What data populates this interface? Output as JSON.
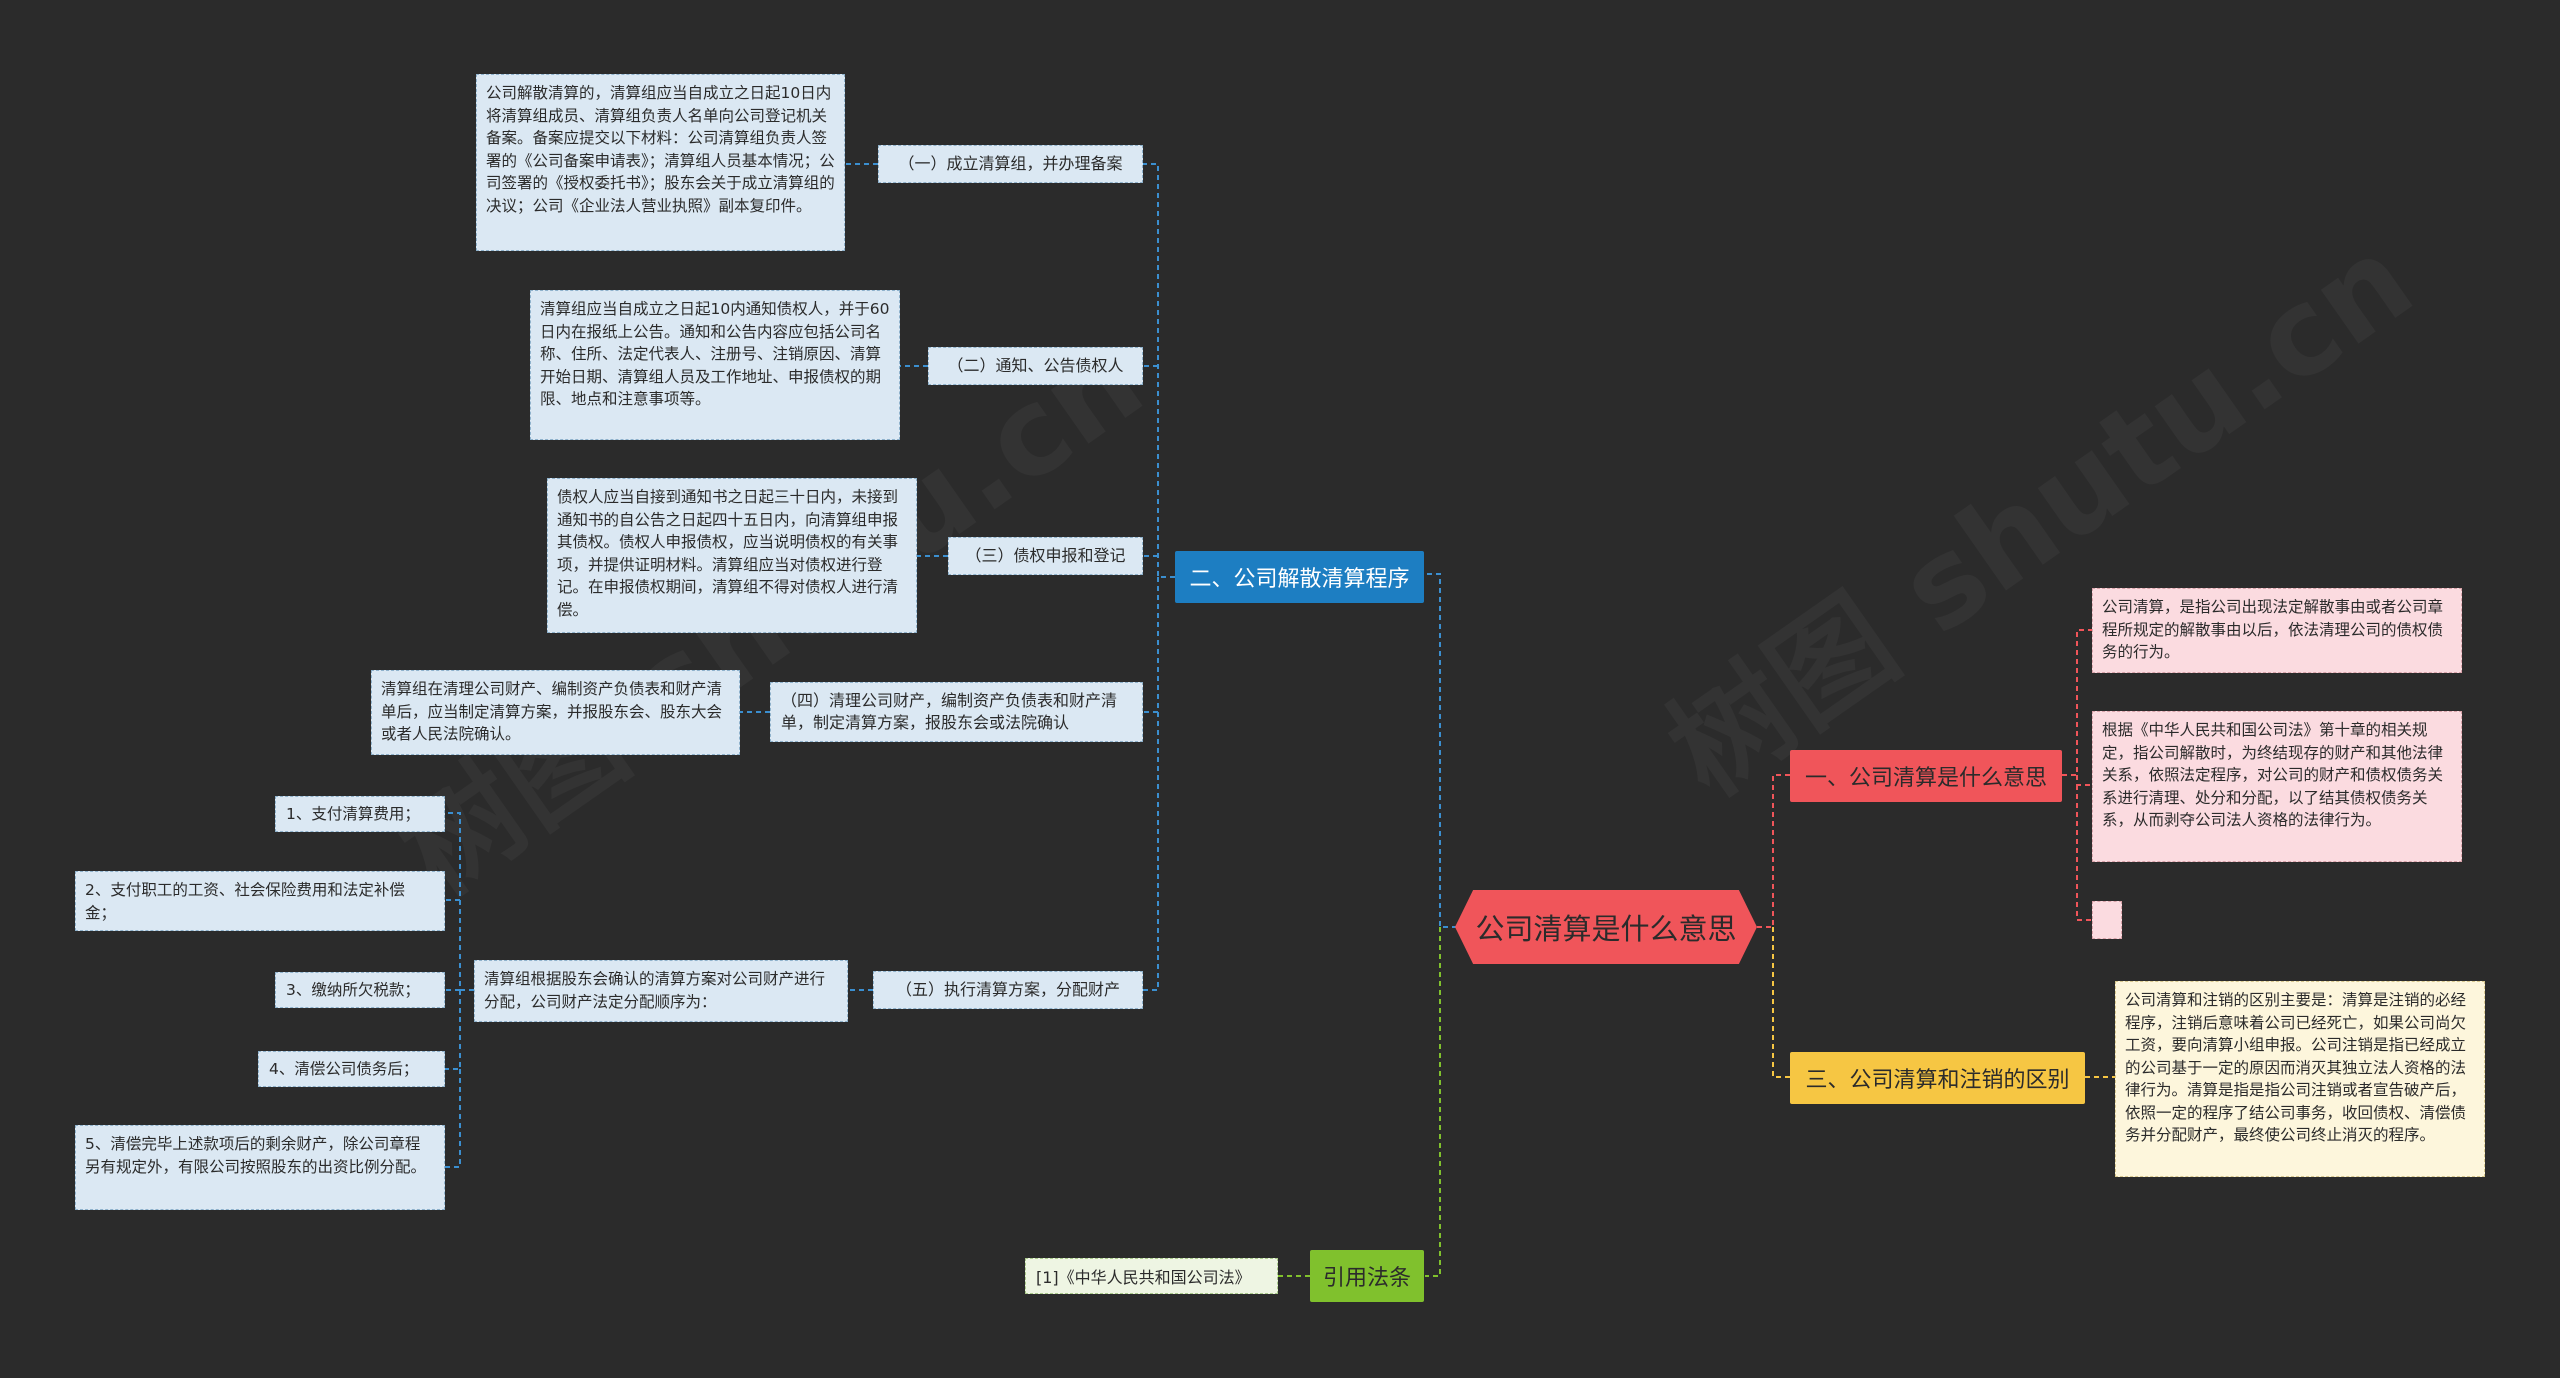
{
  "root": {
    "label": "公司清算是什么意思"
  },
  "branches": {
    "procedure": {
      "label": "二、公司解散清算程序",
      "steps": [
        {
          "label": "（一）成立清算组，并办理备案",
          "detail": "公司解散清算的，清算组应当自成立之日起10日内将清算组成员、清算组负责人名单向公司登记机关备案。备案应提交以下材料：公司清算组负责人签署的《公司备案申请表》；清算组人员基本情况；公司签署的《授权委托书》；股东会关于成立清算组的决议；公司《企业法人营业执照》副本复印件。"
        },
        {
          "label": "（二）通知、公告债权人",
          "detail": "清算组应当自成立之日起10内通知债权人，并于60日内在报纸上公告。通知和公告内容应包括公司名称、住所、法定代表人、注册号、注销原因、清算开始日期、清算组人员及工作地址、申报债权的期限、地点和注意事项等。"
        },
        {
          "label": "（三）债权申报和登记",
          "detail": "债权人应当自接到通知书之日起三十日内，未接到通知书的自公告之日起四十五日内，向清算组申报其债权。债权人申报债权，应当说明债权的有关事项，并提供证明材料。清算组应当对债权进行登记。在申报债权期间，清算组不得对债权人进行清偿。"
        },
        {
          "label": "（四）清理公司财产，编制资产负债表和财产清单，制定清算方案，报股东会或法院确认",
          "detail": "清算组在清理公司财产、编制资产负债表和财产清单后，应当制定清算方案，并报股东会、股东大会或者人民法院确认。"
        },
        {
          "label": "（五）执行清算方案，分配财产",
          "detail": "清算组根据股东会确认的清算方案对公司财产进行分配，公司财产法定分配顺序为：",
          "order": [
            "1、支付清算费用；",
            "2、支付职工的工资、社会保险费用和法定补偿金；",
            "3、缴纳所欠税款；",
            "4、清偿公司债务后；",
            "5、清偿完毕上述款项后的剩余财产，除公司章程另有规定外，有限公司按照股东的出资比例分配。"
          ]
        }
      ]
    },
    "meaning": {
      "label": "一、公司清算是什么意思",
      "details": [
        "公司清算，是指公司出现法定解散事由或者公司章程所规定的解散事由以后，依法清理公司的债权债务的行为。",
        "根据《中华人民共和国公司法》第十章的相关规定，指公司解散时，为终结现存的财产和其他法律关系，依照法定程序，对公司的财产和债权债务关系进行清理、处分和分配，以了结其债权债务关系，从而剥夺公司法人资格的法律行为。",
        ""
      ]
    },
    "difference": {
      "label": "三、公司清算和注销的区别",
      "detail": "公司清算和注销的区别主要是：清算是注销的必经程序，注销后意味着公司已经死亡，如果公司尚欠工资，要向清算小组申报。公司注销是指已经成立的公司基于一定的原因而消灭其独立法人资格的法律行为。清算是指是指公司注销或者宣告破产后，依照一定的程序了结公司事务，收回债权、清偿债务并分配财产，最终使公司终止消灭的程序。"
    },
    "law": {
      "label": "引用法条",
      "ref": "[1]《中华人民共和国公司法》"
    }
  },
  "colors": {
    "background": "#2b2b2b",
    "root": "#f0555a",
    "procedure": "#1d7ec2",
    "meaning": "#f0555a",
    "difference": "#f6c643",
    "law": "#80c12d",
    "blue_line": "#3b8fd0",
    "red_line": "#f0555a",
    "yellow_line": "#f6c643",
    "green_line": "#80c12d"
  }
}
